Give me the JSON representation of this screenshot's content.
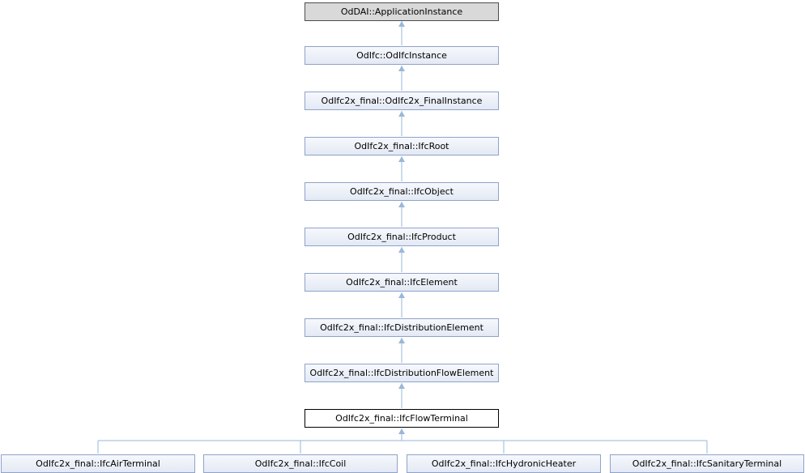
{
  "diagram": {
    "nodes": [
      {
        "label": "OdDAI::ApplicationInstance"
      },
      {
        "label": "OdIfc::OdIfcInstance"
      },
      {
        "label": "OdIfc2x_final::OdIfc2x_FinalInstance"
      },
      {
        "label": "OdIfc2x_final::IfcRoot"
      },
      {
        "label": "OdIfc2x_final::IfcObject"
      },
      {
        "label": "OdIfc2x_final::IfcProduct"
      },
      {
        "label": "OdIfc2x_final::IfcElement"
      },
      {
        "label": "OdIfc2x_final::IfcDistributionElement"
      },
      {
        "label": "OdIfc2x_final::IfcDistributionFlowElement"
      },
      {
        "label": "OdIfc2x_final::IfcFlowTerminal"
      },
      {
        "label": "OdIfc2x_final::IfcAirTerminal"
      },
      {
        "label": "OdIfc2x_final::IfcCoil"
      },
      {
        "label": "OdIfc2x_final::IfcHydronicHeater"
      },
      {
        "label": "OdIfc2x_final::IfcSanitaryTerminal"
      }
    ]
  },
  "colors": {
    "edge": "#9ab7d9",
    "node_border": "#8fa3c9",
    "root_fill": "#d9d9d9",
    "current_border": "#000000"
  }
}
